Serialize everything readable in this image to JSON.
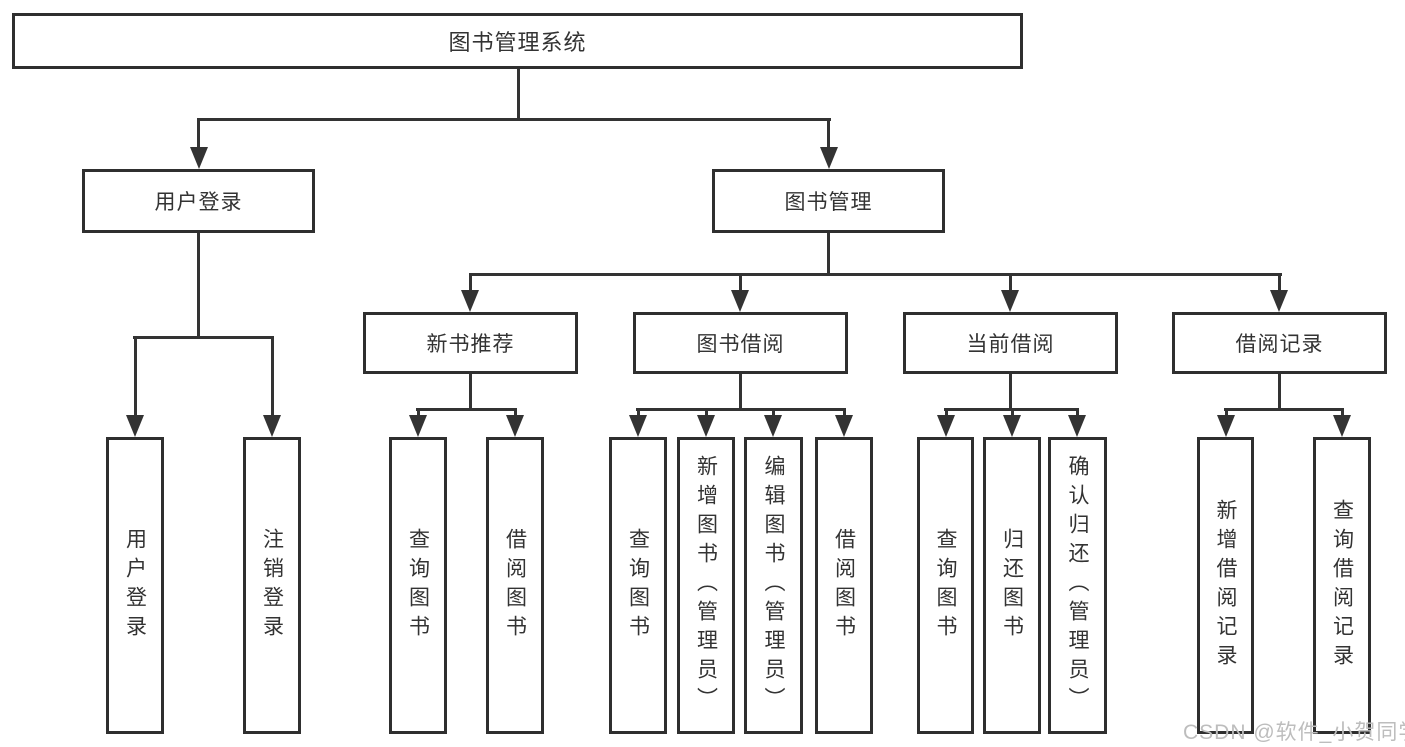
{
  "diagram": {
    "root": {
      "label": "图书管理系统"
    },
    "level2": [
      {
        "label": "用户登录"
      },
      {
        "label": "图书管理"
      }
    ],
    "level3": [
      {
        "label": "新书推荐"
      },
      {
        "label": "图书借阅"
      },
      {
        "label": "当前借阅"
      },
      {
        "label": "借阅记录"
      }
    ],
    "leaves": [
      {
        "label": "用户登录"
      },
      {
        "label": "注销登录"
      },
      {
        "label": "查询图书"
      },
      {
        "label": "借阅图书"
      },
      {
        "label": "查询图书"
      },
      {
        "label": "新增图书（管理员）"
      },
      {
        "label": "编辑图书（管理员）"
      },
      {
        "label": "借阅图书"
      },
      {
        "label": "查询图书"
      },
      {
        "label": "归还图书"
      },
      {
        "label": "确认归还（管理员）"
      },
      {
        "label": "新增借阅记录"
      },
      {
        "label": "查询借阅记录"
      }
    ]
  },
  "watermark": {
    "text": "CSDN @软件_小贺同学"
  },
  "colors": {
    "line": "#333333",
    "box_border": "#2f2f2f",
    "text": "#333333",
    "watermark": "#bdbdbd",
    "background": "#ffffff"
  }
}
